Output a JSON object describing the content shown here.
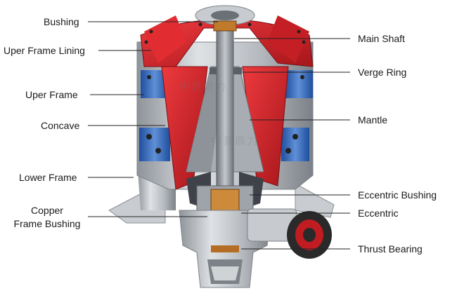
{
  "diagram": {
    "labels": {
      "bushing": "Bushing",
      "upper_frame_lining": "Uper Frame Lining",
      "upper_frame": "Uper Frame",
      "concave": "Concave",
      "lower_frame": "Lower Frame",
      "copper_frame_bushing_line1": "Copper",
      "copper_frame_bushing_line2": "Frame Bushing",
      "main_shaft": "Main Shaft",
      "verge_ring": "Verge Ring",
      "mantle": "Mantle",
      "eccentric_bushing": "Eccentric Bushing",
      "eccentric": "Eccentric",
      "thrust_bearing": "Thrust Bearing"
    },
    "watermark": "中意鼎力",
    "colors": {
      "red": "#d8262b",
      "dark_red": "#9e1418",
      "blue": "#2f62b4",
      "steel": "#b9bdc2",
      "steel_dark": "#7d8288",
      "shaft": "#8e9399",
      "leader": "#222222"
    }
  }
}
